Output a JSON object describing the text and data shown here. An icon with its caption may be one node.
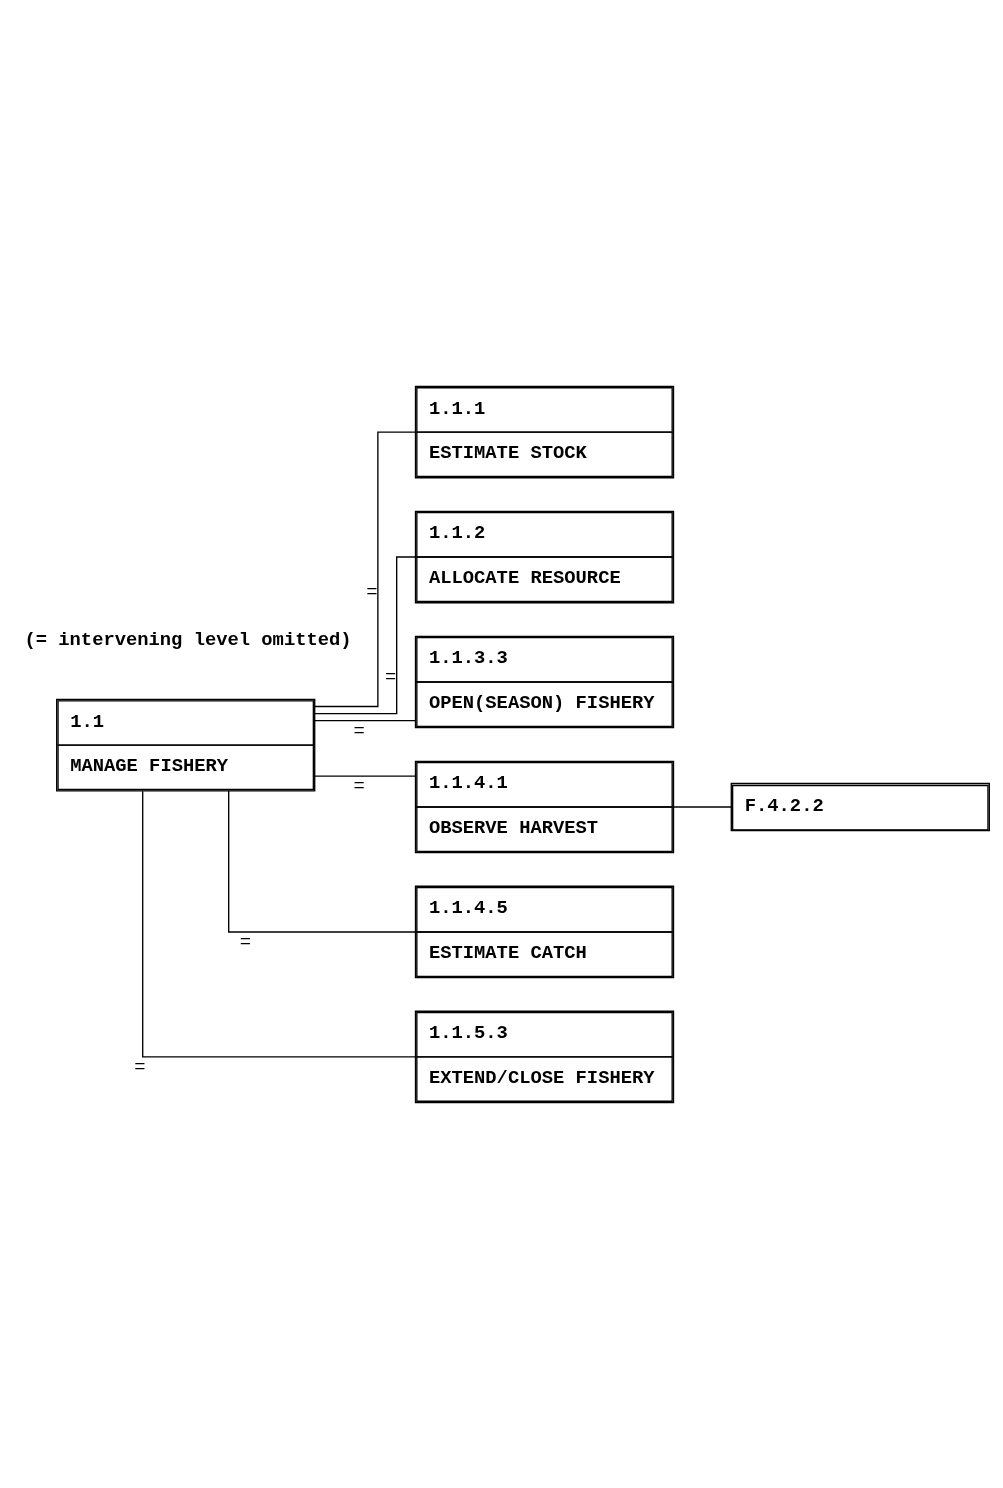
{
  "diagram": {
    "nodes": [
      {
        "text": [
          "1.1",
          "MANAGE FISHERY"
        ]
      },
      {
        "text": [
          "1.1.1",
          "ESTIMATE STOCK"
        ]
      },
      {
        "text": [
          "1.1.2",
          "ALLOCATE RESOURCE"
        ]
      },
      {
        "text": [
          "1.1.3.3",
          "OPEN(SEASON) FISHERY"
        ]
      },
      {
        "text": [
          "1.1.4.1",
          "OBSERVE HARVEST"
        ]
      },
      {
        "text": [
          "1.1.4.5",
          "ESTIMATE CATCH"
        ]
      },
      {
        "text": [
          "1.1.5.3",
          "EXTEND/CLOSE FISHERY"
        ]
      },
      {
        "text": [
          "F.4.2.2"
        ]
      }
    ],
    "edges": [
      {
        "from": 0,
        "to": 1,
        "arrow": "none",
        "label": "="
      },
      {
        "from": 0,
        "to": 2,
        "arrow": "none",
        "label": "="
      },
      {
        "from": 0,
        "to": 3,
        "arrow": "none",
        "label": "="
      },
      {
        "from": 0,
        "to": 4,
        "arrow": "none",
        "label": "="
      },
      {
        "from": 0,
        "to": 5,
        "arrow": "none",
        "label": "="
      },
      {
        "from": 0,
        "to": 6,
        "arrow": "none",
        "label": "="
      },
      {
        "from": 4,
        "to": 7,
        "arrow": "none"
      }
    ],
    "labels": [
      "(= intervening level omitted)"
    ]
  }
}
